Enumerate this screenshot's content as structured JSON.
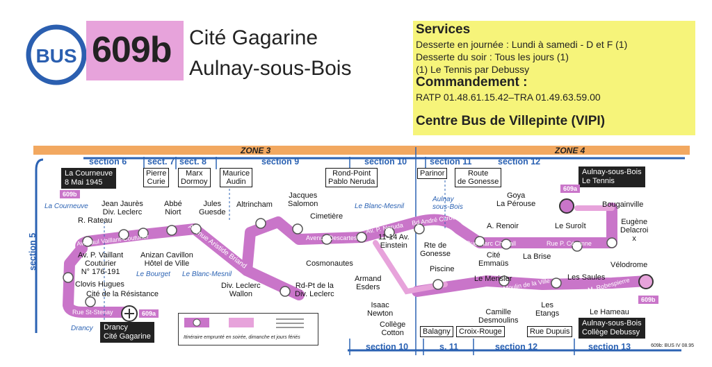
{
  "header": {
    "logo_text": "BUS",
    "route": "609b",
    "destination_1": "Cité Gagarine",
    "destination_2": "Aulnay-sous-Bois"
  },
  "services": {
    "title": "Services",
    "line1": "Desserte en journée : Lundi à samedi - D et F (1)",
    "line2": "Desserte du soir : Tous les jours (1)",
    "line3": "(1) Le Tennis par Debussy",
    "command_title": "Commandement :",
    "command_line": "RATP 01.48.61.15.42–TRA 01.49.63.59.00",
    "centre": "Centre Bus de Villepinte (VIPI)"
  },
  "zones": {
    "zone3": "ZONE 3",
    "zone4": "ZONE 4"
  },
  "sections": {
    "s6": "section 6",
    "s7": "sect. 7",
    "s8": "sect. 8",
    "s9": "section 9",
    "s10": "section 10",
    "s11": "section 11",
    "s12": "section 12",
    "s5": "section 5",
    "s10b": "section 10",
    "s11b": "s. 11",
    "s12b": "section 12",
    "s13": "section 13"
  },
  "terminals": {
    "courneuve": "La Courneuve\n8 Mai 1945",
    "gagarine_1": "Drancy",
    "gagarine_2": "Cité Gagarine",
    "tennis_1": "Aulnay-sous-Bois",
    "tennis_2": "Le Tennis",
    "debussy_1": "Aulnay-sous-Bois",
    "debussy_2": "Collège Debussy"
  },
  "boxed_stops": {
    "pierre_curie": "Pierre\nCurie",
    "marx_dormoy": "Marx\nDormoy",
    "maurice_audin": "Maurice\nAudin",
    "rond_point": "Rond-Point\nPablo Neruda",
    "parinor": "Parinor",
    "route_gonesse": "Route\nde Gonesse",
    "balagny": "Balagny",
    "croix_rouge": "Croix-Rouge",
    "rue_dupuis": "Rue Dupuis"
  },
  "stops": {
    "jean_jaures": "Jean Jaurès\nDiv. Leclerc",
    "abbe_niort": "Abbé\nNiort",
    "jules_guesde": "Jules\nGuesde",
    "altrincham": "Altrincham",
    "jacques_salomon": "Jacques\nSalomon",
    "r_rateau": "R. Rateau",
    "cimetiere": "Cimetière",
    "vaillant": "Av. P. Vaillant\nCouturier\nN° 176-191",
    "anizan": "Anizan Cavillon\nHôtel de Ville",
    "clovis": "Clovis Hugues",
    "resistance": "Cité de la Résistance",
    "div_leclerc_wallon": "Div. Leclerc\nWallon",
    "rdpt_leclerc": "Rd-Pt de la\nDiv. Leclerc",
    "cosmonautes": "Cosmonautes",
    "einstein": "11-14 Av.\nEinstein",
    "armand_esders": "Armand\nEsders",
    "isaac_newton": "Isaac\nNewton",
    "college_cotton": "Collège\nCotton",
    "rte_gonesse": "Rte de\nGonesse",
    "piscine": "Piscine",
    "goya": "Goya\nLa Pérouse",
    "bougainville": "Bougainville",
    "a_renoir": "A. Renoir",
    "le_suroit": "Le Suroît",
    "eugene": "Eugène\nDelacroi\nx",
    "cite_emmaus": "Cité\nEmmaüs",
    "la_brise": "La Brise",
    "velodrome": "Vélodrome",
    "le_merisier": "Le Merisier",
    "les_saules": "Les Saules",
    "camille": "Camille\nDesmoulins",
    "les_etangs": "Les\nEtangs",
    "le_hameau": "Le Hameau"
  },
  "towns": {
    "la_courneuve": "La Courneuve",
    "le_blanc_mesnil": "Le Blanc-Mesnil",
    "aulnay": "Aulnay\nsous-Bois",
    "le_bourget": "Le Bourget",
    "blanc_mesnil_2": "Le Blanc-Mesnil",
    "drancy": "Drancy"
  },
  "roads": {
    "vaillant_couturier": "Av. Paul Vaillant-Couturier",
    "aristide_briand": "Avenue Aristide Briand",
    "descartes": "Avenue Descartes",
    "neruda": "Av. P. Neruda",
    "citroen": "Bd André Citroën",
    "marc_chagall": "Rue Marc Chagall",
    "cezanne": "Rue P. Cézanne",
    "robespierre": "Rue M. Robespierre",
    "moulin": "Rue du Moulin de la Ville",
    "st_stenay": "Rue St-Stenay"
  },
  "badges": {
    "b609b": "609b",
    "b609a": "609a"
  },
  "legend_note": "Itinéraire emprunté en soirée, dimanche et jours fériés",
  "footer_code": "609b: BUS IV 08.95",
  "colors": {
    "route": "#c975c9",
    "route_light": "#e7a3db",
    "section": "#2b62b3",
    "zone": "#f2a860",
    "services": "#f6f47a"
  }
}
